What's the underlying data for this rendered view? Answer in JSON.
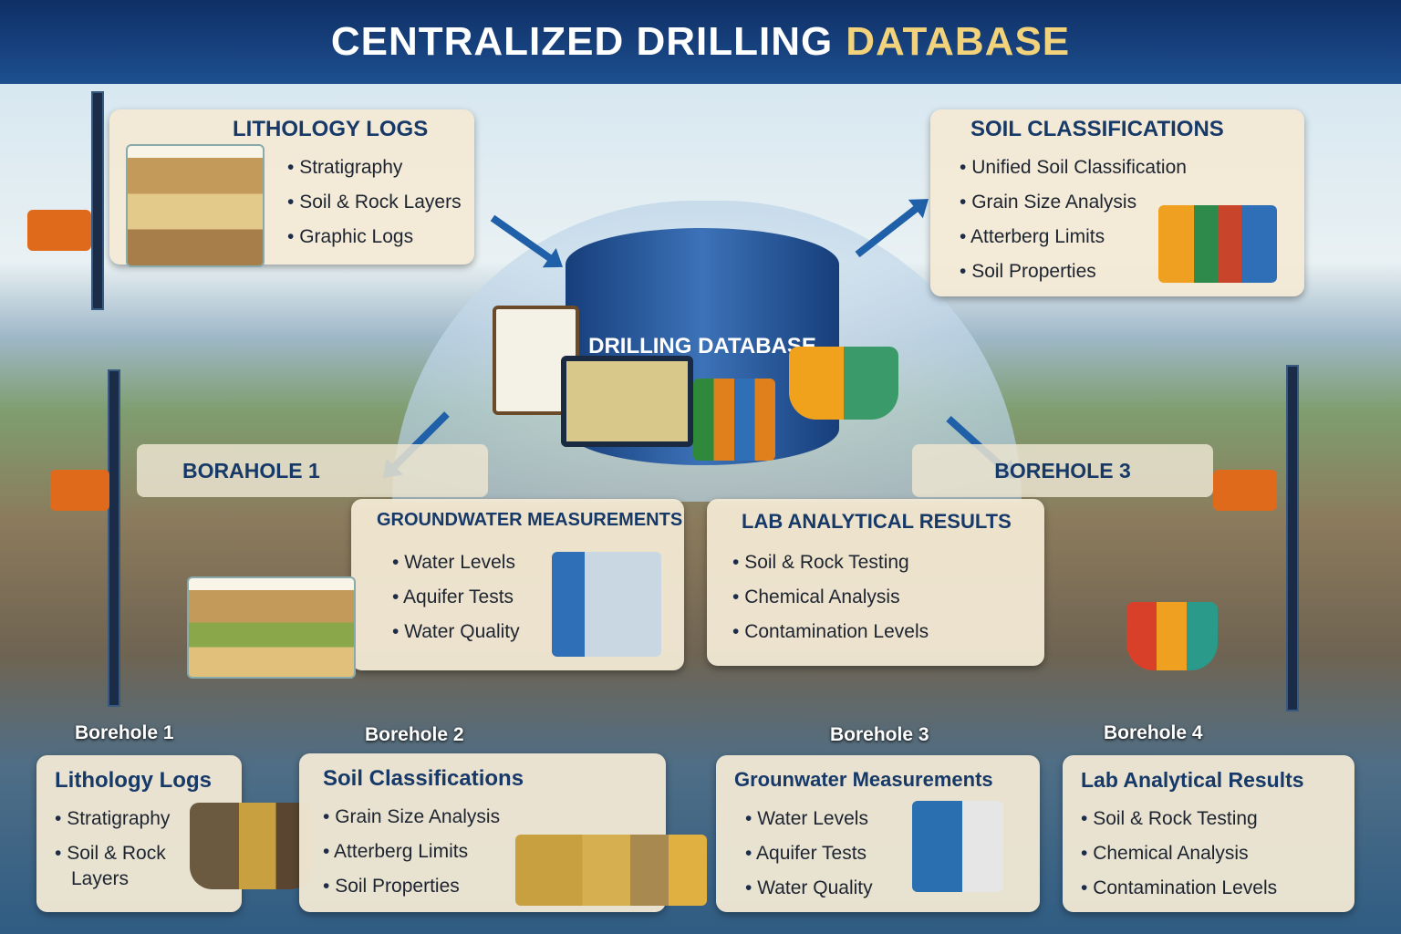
{
  "title": {
    "part1": "CENTRALIZED DRILLING",
    "part2": "DATABASE",
    "accent_color": "#f2d27a",
    "bar_color": "#0f2f66"
  },
  "center": {
    "label": "DRILLING DATABASE",
    "icons": [
      "database-cylinder-icon",
      "clipboard-checklist-icon",
      "computer-map-icon",
      "bar-chart-icon",
      "magnifier-icon",
      "flask-icon"
    ]
  },
  "top_panels": [
    {
      "title": "LITHOLOGY LOGS",
      "items": [
        "Stratigraphy",
        "Soil & Rock Layers",
        "Graphic Logs"
      ]
    },
    {
      "title": "SOIL CLASSIFICATIONS",
      "items": [
        "Unified Soil Classification",
        "Grain Size Analysis",
        "Atterberg Limits",
        "Soil Properties"
      ]
    }
  ],
  "borehole_labels": {
    "left": "BORAHOLE 1",
    "right": "BOREHOLE 3"
  },
  "mid_panels": [
    {
      "title": "GROUNDWATER MEASUREMENTS",
      "items": [
        "Water Levels",
        "Aquifer Tests",
        "Water Quality"
      ]
    },
    {
      "title": "LAB ANALYTICAL RESULTS",
      "items": [
        "Soil & Rock Testing",
        "Chemical Analysis",
        "Contamination Levels"
      ]
    }
  ],
  "bottom": [
    {
      "borehole": "Borehole 1",
      "title": "Lithology Logs",
      "items": [
        "Stratigraphy",
        "Soil & Rock",
        "Layers"
      ]
    },
    {
      "borehole": "Borehole 2",
      "title": "Soil Classifications",
      "items": [
        "Grain Size Analysis",
        "Atterberg Limits",
        "Soil Properties"
      ]
    },
    {
      "borehole": "Borehole 3",
      "title": "Grounwater Measurements",
      "items": [
        "Water Levels",
        "Aquifer Tests",
        "Water Quality"
      ]
    },
    {
      "borehole": "Borehole 4",
      "title": "Lab Analytical Results",
      "items": [
        "Soil & Rock Testing",
        "Chemical Analysis",
        "Contamination Levels"
      ]
    }
  ]
}
